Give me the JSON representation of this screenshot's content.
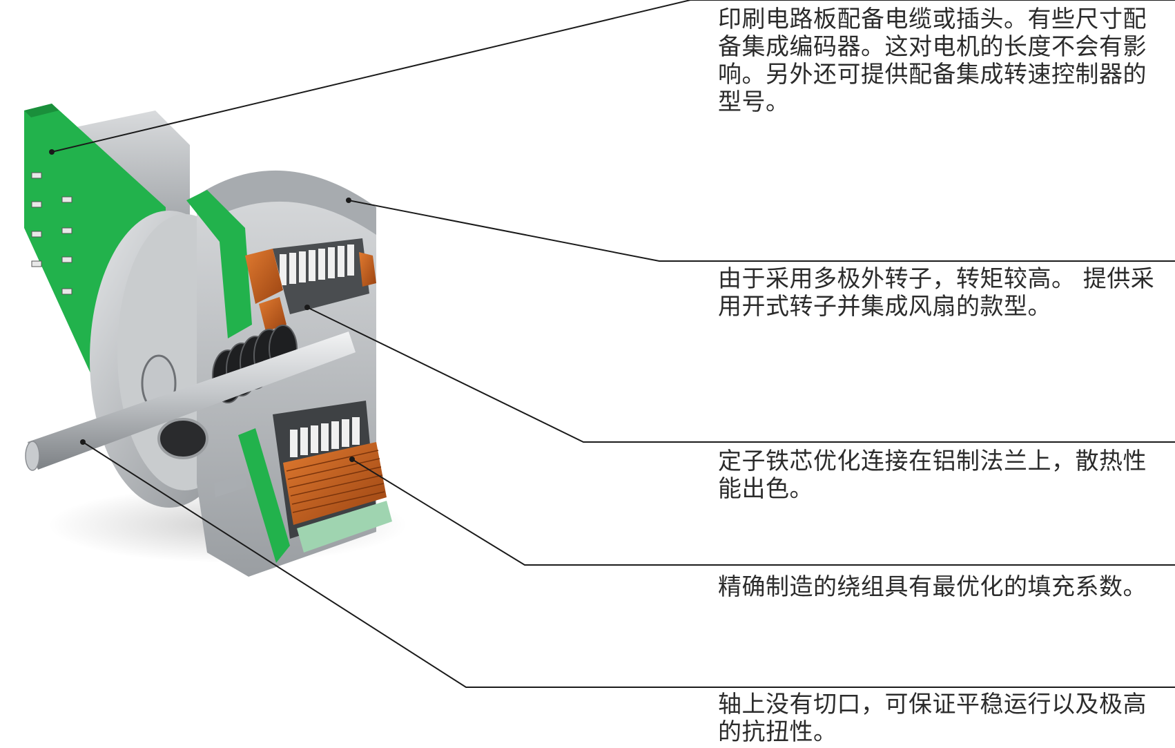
{
  "callouts": [
    {
      "id": "pcb",
      "text": "印刷电路板配备电缆或插头。有些尺寸配备集成编码器。这对电机的长度不会有影响。另外还可提供配备集成转速控制器的型号。"
    },
    {
      "id": "rotor",
      "text": "由于采用多极外转子，转矩较高。 提供采用开式转子并集成风扇的款型。"
    },
    {
      "id": "stator",
      "text": "定子铁芯优化连接在铝制法兰上，散热性能出色。"
    },
    {
      "id": "winding",
      "text": "精确制造的绕组具有最优化的填充系数。"
    },
    {
      "id": "shaft",
      "text": "轴上没有切口，可保证平稳运行以及极高的抗扭性。"
    }
  ],
  "colors": {
    "pcb_green": "#22b24c",
    "aluminum": "#b9bcbf",
    "copper": "#c8601c",
    "leader_line": "#1a1a1a"
  }
}
